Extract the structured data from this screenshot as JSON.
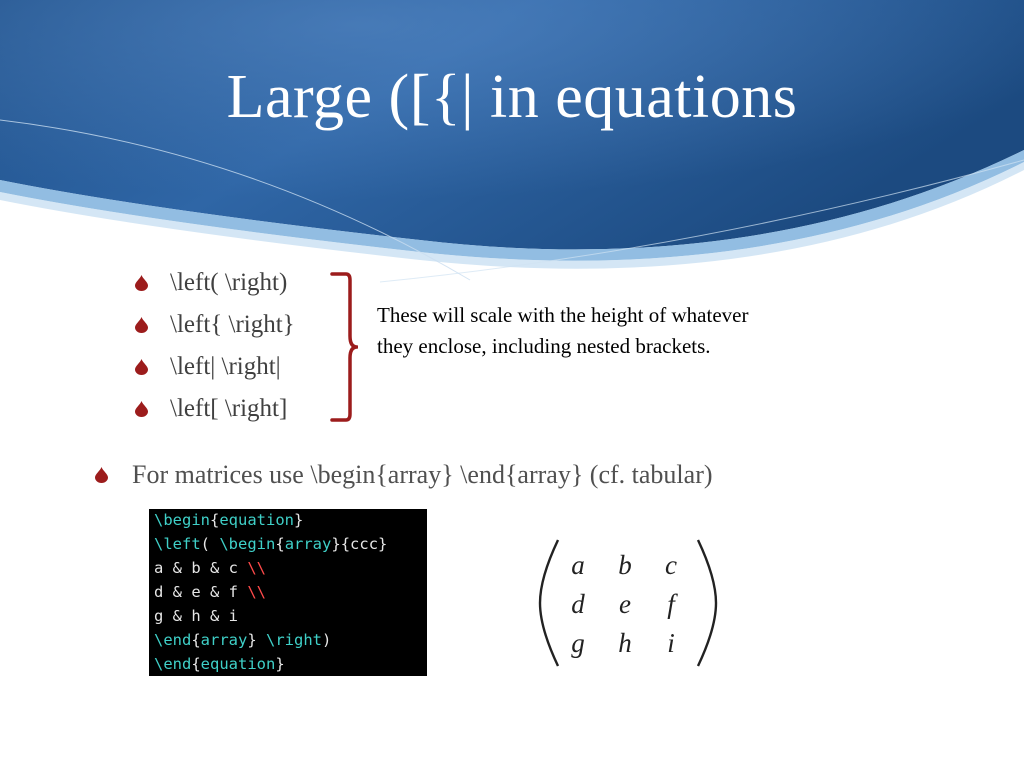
{
  "slide": {
    "title": "Large ([{| in equations",
    "sub_bullets": [
      "\\left( \\right)",
      "\\left{ \\right}",
      "\\left| \\right|",
      "\\left[ \\right]"
    ],
    "brace_note": "These will scale with the height of whatever they enclose, including nested brackets.",
    "main_bullet": "For matrices use \\begin{array} \\end{array} (cf. tabular)"
  },
  "code_sample": {
    "lines": [
      [
        "\\begin",
        "{",
        "equation",
        "}"
      ],
      [
        "\\left",
        "( ",
        "\\begin",
        "{",
        "array",
        "}",
        "{ccc}"
      ],
      [
        "a & b & c ",
        "\\\\"
      ],
      [
        "d & e & f ",
        "\\\\"
      ],
      [
        "g & h & i"
      ],
      [
        "\\end",
        "{",
        "array",
        "} ",
        "\\right",
        ")"
      ],
      [
        "\\end",
        "{",
        "equation",
        "}"
      ]
    ]
  },
  "matrix": {
    "rows": [
      [
        "a",
        "b",
        "c"
      ],
      [
        "d",
        "e",
        "f"
      ],
      [
        "g",
        "h",
        "i"
      ]
    ]
  },
  "colors": {
    "header_blue": "#2a5d9a",
    "bullet_red": "#9c1c1c",
    "brace_red": "#9c1c1c",
    "code_keyword": "#3fd0c8",
    "code_linebreak": "#ff4a4a"
  },
  "icons": {
    "bullet": "drop-icon",
    "brace": "right-curly-brace"
  }
}
